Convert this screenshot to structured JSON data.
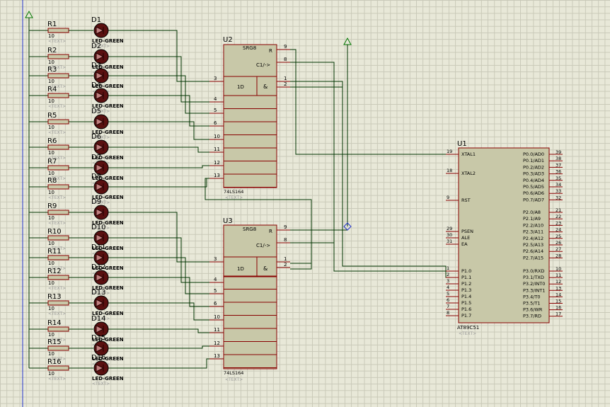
{
  "rows": [
    {
      "r": "R1",
      "rv": "10",
      "d": "D1",
      "led": "LED-GREEN"
    },
    {
      "r": "R2",
      "rv": "10",
      "d": "D2",
      "led": "LED-GREEN"
    },
    {
      "r": "R3",
      "rv": "10",
      "d": "D3",
      "led": "LED-GREEN"
    },
    {
      "r": "R4",
      "rv": "10",
      "d": "D4",
      "led": "LED-GREEN"
    },
    {
      "r": "R5",
      "rv": "10",
      "d": "D5",
      "led": "LED-GREEN"
    },
    {
      "r": "R6",
      "rv": "10",
      "d": "D6",
      "led": "LED-GREEN"
    },
    {
      "r": "R7",
      "rv": "10",
      "d": "D7",
      "led": "LED-GREEN"
    },
    {
      "r": "R8",
      "rv": "10",
      "d": "D8",
      "led": "LED-GREEN"
    },
    {
      "r": "R9",
      "rv": "10",
      "d": "D9",
      "led": "LED-GREEN"
    },
    {
      "r": "R10",
      "rv": "10",
      "d": "D10",
      "led": "LED-GREEN"
    },
    {
      "r": "R11",
      "rv": "10",
      "d": "D11",
      "led": "LED-GREEN"
    },
    {
      "r": "R12",
      "rv": "10",
      "d": "D12",
      "led": "LED-GREEN"
    },
    {
      "r": "R13",
      "rv": "10",
      "d": "D13",
      "led": "LED-GREEN"
    },
    {
      "r": "R14",
      "rv": "10",
      "d": "D14",
      "led": "LED-GREEN"
    },
    {
      "r": "R15",
      "rv": "10",
      "d": "D15",
      "led": "LED-GREEN"
    },
    {
      "r": "R16",
      "rv": "10",
      "d": "D16",
      "led": "LED-GREEN"
    }
  ],
  "text_tag": "<TEXT>",
  "u2": {
    "ref": "U2",
    "part": "74LS164",
    "text_tag": "<TEXT>",
    "block_label": "SRG8",
    "pin_r": "R",
    "pin_c1": "C1/->",
    "pin_1d": "1D",
    "pin_and": "&",
    "pins_left": [
      "3",
      "4",
      "5",
      "6",
      "10",
      "11",
      "12",
      "13"
    ],
    "pins_right": [
      "9",
      "8",
      "1",
      "2"
    ]
  },
  "u3": {
    "ref": "U3",
    "part": "74LS164",
    "text_tag": "<TEXT>",
    "block_label": "SRG8",
    "pin_r": "R",
    "pin_c1": "C1/->",
    "pin_1d": "1D",
    "pin_and": "&",
    "pins_left": [
      "3",
      "4",
      "5",
      "6",
      "10",
      "11",
      "12",
      "13"
    ],
    "pins_right": [
      "9",
      "8",
      "1",
      "2"
    ]
  },
  "u1": {
    "ref": "U1",
    "part": "AT89C51",
    "text_tag": "<TEXT>",
    "left": [
      {
        "pin": "19",
        "name": "XTAL1"
      },
      {
        "pin": "18",
        "name": "XTAL2"
      },
      {
        "pin": "9",
        "name": "RST"
      },
      {
        "pin": "29",
        "name": "PSEN"
      },
      {
        "pin": "30",
        "name": "ALE"
      },
      {
        "pin": "31",
        "name": "EA"
      },
      {
        "pin": "1",
        "name": "P1.0"
      },
      {
        "pin": "2",
        "name": "P1.1"
      },
      {
        "pin": "3",
        "name": "P1.2"
      },
      {
        "pin": "4",
        "name": "P1.3"
      },
      {
        "pin": "5",
        "name": "P1.4"
      },
      {
        "pin": "6",
        "name": "P1.5"
      },
      {
        "pin": "7",
        "name": "P1.6"
      },
      {
        "pin": "8",
        "name": "P1.7"
      }
    ],
    "right": [
      {
        "pin": "39",
        "name": "P0.0/AD0"
      },
      {
        "pin": "38",
        "name": "P0.1/AD1"
      },
      {
        "pin": "37",
        "name": "P0.2/AD2"
      },
      {
        "pin": "36",
        "name": "P0.3/AD3"
      },
      {
        "pin": "35",
        "name": "P0.4/AD4"
      },
      {
        "pin": "34",
        "name": "P0.5/AD5"
      },
      {
        "pin": "33",
        "name": "P0.6/AD6"
      },
      {
        "pin": "32",
        "name": "P0.7/AD7"
      },
      {
        "pin": "21",
        "name": "P2.0/A8"
      },
      {
        "pin": "22",
        "name": "P2.1/A9"
      },
      {
        "pin": "23",
        "name": "P2.2/A10"
      },
      {
        "pin": "24",
        "name": "P2.3/A11"
      },
      {
        "pin": "25",
        "name": "P2.4/A12"
      },
      {
        "pin": "26",
        "name": "P2.5/A13"
      },
      {
        "pin": "27",
        "name": "P2.6/A14"
      },
      {
        "pin": "28",
        "name": "P2.7/A15"
      },
      {
        "pin": "10",
        "name": "P3.0/RXD"
      },
      {
        "pin": "11",
        "name": "P3.1/TXD"
      },
      {
        "pin": "12",
        "name": "P3.2/INT0"
      },
      {
        "pin": "13",
        "name": "P3.3/INT1"
      },
      {
        "pin": "14",
        "name": "P3.4/T0"
      },
      {
        "pin": "15",
        "name": "P3.5/T1"
      },
      {
        "pin": "16",
        "name": "P3.6/WR"
      },
      {
        "pin": "17",
        "name": "P3.7/RD"
      }
    ]
  }
}
